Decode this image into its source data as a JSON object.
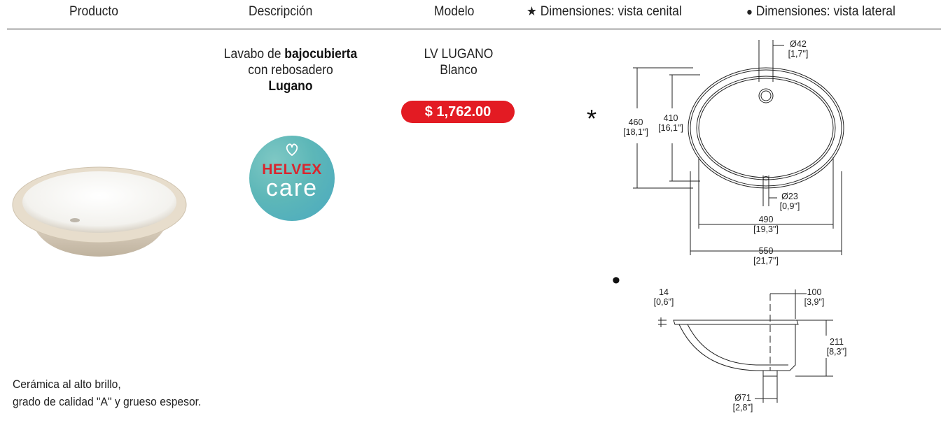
{
  "header": {
    "col_product": "Producto",
    "col_description": "Descripción",
    "col_model": "Modelo",
    "star_symbol": "★",
    "col_top_view": "Dimensiones: vista cenital",
    "dot_symbol": "●",
    "col_side_view": "Dimensiones: vista lateral"
  },
  "description": {
    "line1_prefix": "Lavabo de ",
    "line1_bold": "bajocubierta",
    "line2": "con rebosadero",
    "line3_bold": "Lugano"
  },
  "model": {
    "line1": "LV LUGANO",
    "line2": "Blanco",
    "price": "$ 1,762.00"
  },
  "logo": {
    "brand": "HELVEX",
    "word": "care"
  },
  "top_view": {
    "marker": "*",
    "drain_dim": "Ø42",
    "drain_dim_in": "[1,7\"]",
    "height_outer": "460",
    "height_outer_in": "[18,1\"]",
    "height_inner": "410",
    "height_inner_in": "[16,1\"]",
    "overflow_dim": "Ø23",
    "overflow_dim_in": "[0,9\"]",
    "width_inner": "490",
    "width_inner_in": "[19,3\"]",
    "width_outer": "550",
    "width_outer_in": "[21,7\"]"
  },
  "side_view": {
    "marker": "•",
    "rim_dim": "14",
    "rim_dim_in": "[0,6\"]",
    "offset_dim": "100",
    "offset_dim_in": "[3,9\"]",
    "depth_dim": "211",
    "depth_dim_in": "[8,3\"]",
    "drain_dim": "Ø71",
    "drain_dim_in": "[2,8\"]"
  },
  "footnote": {
    "line1": "Cerámica al alto brillo,",
    "line2": "grado de calidad \"A\" y grueso espesor."
  },
  "colors": {
    "price_badge": "#e31b23",
    "logo_teal": "#5db7b8",
    "logo_red": "#d9262e"
  }
}
